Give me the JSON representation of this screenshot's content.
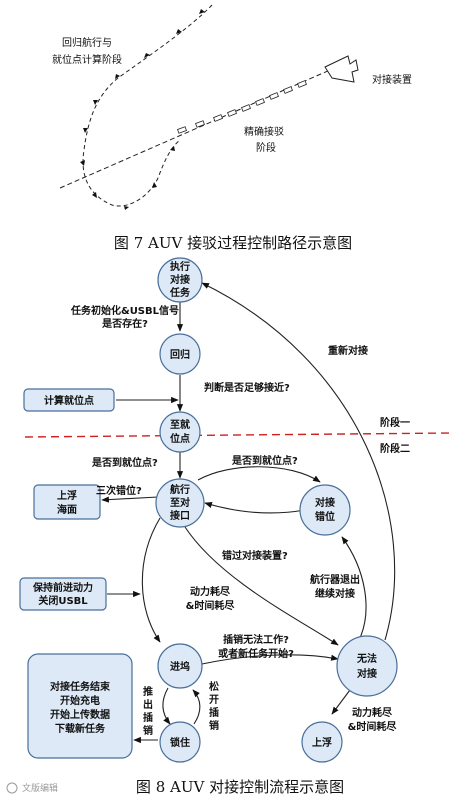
{
  "figure7": {
    "label_return": [
      "回归航行与",
      "就位点计算阶段"
    ],
    "label_device": "对接装置",
    "label_precise": [
      "精确接驳",
      "阶段"
    ],
    "caption": "图 7 AUV 接驳过程控制路径示意图"
  },
  "figure8": {
    "caption": "图 8 AUV 对接控制流程示意图",
    "phase1": "阶段一",
    "phase2": "阶段二",
    "nodes": {
      "execute": [
        "执行",
        "对接",
        "任务"
      ],
      "return": "回归",
      "reach": [
        "至就",
        "位点"
      ],
      "navigate": [
        "航行",
        "至对",
        "接口"
      ],
      "correct": [
        "对接",
        "错位"
      ],
      "enter": "进坞",
      "lock": "锁住",
      "cannot": [
        "无法",
        "对接"
      ],
      "surface": "上浮"
    },
    "boxes": {
      "compute": "计算就位点",
      "surface_sea": [
        "上浮",
        "海面"
      ],
      "keep_power": [
        "保持前进动力",
        "关闭USBL"
      ],
      "finish": [
        "对接任务结束",
        "开始充电",
        "开始上传数据",
        "下载新任务"
      ]
    },
    "labels": {
      "init": [
        "任务初始化&USBL信号",
        "是否存在?"
      ],
      "close_enough": "判断是否足够接近?",
      "at_pos1": "是否到就位点?",
      "at_pos2": "是否到就位点?",
      "three_miss": "三次错位?",
      "miss_device": "错过对接装置?",
      "power_left": [
        "动力耗尽",
        "&时间耗尽"
      ],
      "vehicle_exit": [
        "航行器退出",
        "继续对接"
      ],
      "pin_fail": [
        "插销无法工作?",
        "或者新任务开始?"
      ],
      "push_pin": [
        "推",
        "出",
        "插",
        "销"
      ],
      "release_pin": [
        "松",
        "开",
        "插",
        "销"
      ],
      "power_right": [
        "动力耗尽",
        "&时间耗尽"
      ],
      "redock": "重新对接"
    }
  },
  "watermark": "文版编辑"
}
